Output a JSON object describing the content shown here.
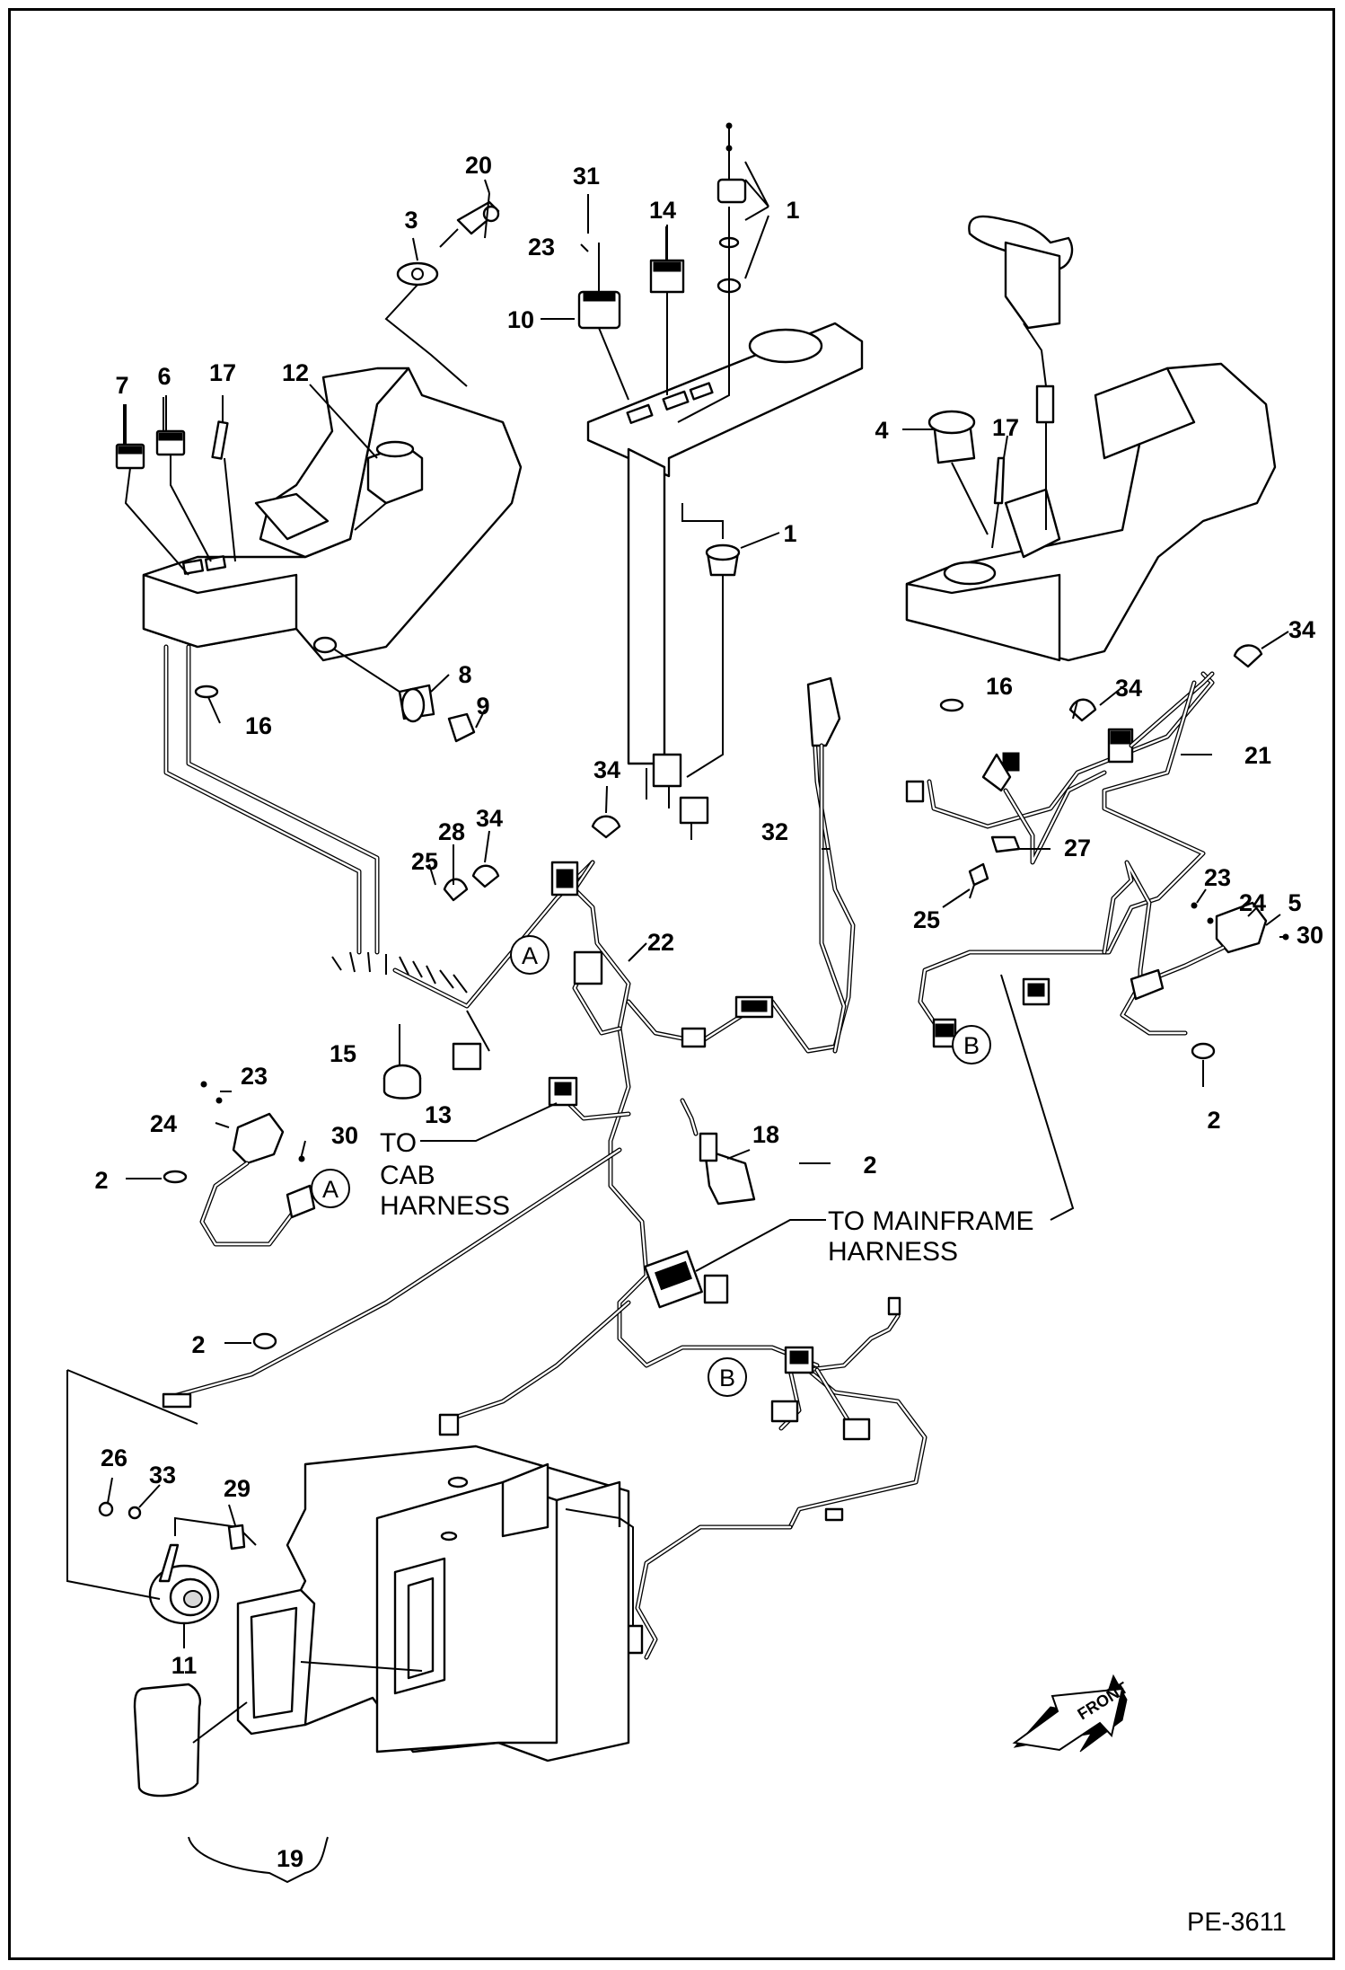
{
  "callouts": [
    {
      "id": "c-20",
      "text": "20"
    },
    {
      "id": "c-3",
      "text": "3"
    },
    {
      "id": "c-31",
      "text": "31"
    },
    {
      "id": "c-23a",
      "text": "23"
    },
    {
      "id": "c-10",
      "text": "10"
    },
    {
      "id": "c-14",
      "text": "14"
    },
    {
      "id": "c-1a",
      "text": "1"
    },
    {
      "id": "c-7",
      "text": "7"
    },
    {
      "id": "c-6",
      "text": "6"
    },
    {
      "id": "c-17a",
      "text": "17"
    },
    {
      "id": "c-12",
      "text": "12"
    },
    {
      "id": "c-4",
      "text": "4"
    },
    {
      "id": "c-17b",
      "text": "17"
    },
    {
      "id": "c-1b",
      "text": "1"
    },
    {
      "id": "c-34a",
      "text": "34"
    },
    {
      "id": "c-16a",
      "text": "16"
    },
    {
      "id": "c-34b",
      "text": "34"
    },
    {
      "id": "c-21",
      "text": "21"
    },
    {
      "id": "c-8",
      "text": "8"
    },
    {
      "id": "c-9",
      "text": "9"
    },
    {
      "id": "c-16b",
      "text": "16"
    },
    {
      "id": "c-34c",
      "text": "34"
    },
    {
      "id": "c-28",
      "text": "28"
    },
    {
      "id": "c-34d",
      "text": "34"
    },
    {
      "id": "c-32",
      "text": "32"
    },
    {
      "id": "c-27",
      "text": "27"
    },
    {
      "id": "c-25a",
      "text": "25"
    },
    {
      "id": "c-23b",
      "text": "23"
    },
    {
      "id": "c-24a",
      "text": "24"
    },
    {
      "id": "c-5",
      "text": "5"
    },
    {
      "id": "c-25b",
      "text": "25"
    },
    {
      "id": "c-30a",
      "text": "30"
    },
    {
      "id": "c-22",
      "text": "22"
    },
    {
      "id": "c-15",
      "text": "15"
    },
    {
      "id": "c-13",
      "text": "13"
    },
    {
      "id": "c-2a",
      "text": "2"
    },
    {
      "id": "c-23c",
      "text": "23"
    },
    {
      "id": "c-24b",
      "text": "24"
    },
    {
      "id": "c-30b",
      "text": "30"
    },
    {
      "id": "c-18",
      "text": "18"
    },
    {
      "id": "c-2b",
      "text": "2"
    },
    {
      "id": "c-2c",
      "text": "2"
    },
    {
      "id": "c-2d",
      "text": "2"
    },
    {
      "id": "c-26",
      "text": "26"
    },
    {
      "id": "c-33",
      "text": "33"
    },
    {
      "id": "c-29",
      "text": "29"
    },
    {
      "id": "c-11",
      "text": "11"
    },
    {
      "id": "c-19",
      "text": "19"
    }
  ],
  "refs": {
    "a_top": "A",
    "a_bottom": "A",
    "b_right": "B",
    "b_bottom": "B"
  },
  "notes": {
    "cab_line1": "TO",
    "cab_line2": "CAB",
    "cab_line3": "HARNESS",
    "mainframe_line1": "TO MAINFRAME",
    "mainframe_line2": "HARNESS",
    "front_arrow": "FRONT"
  },
  "drawing_number": "PE-3611"
}
